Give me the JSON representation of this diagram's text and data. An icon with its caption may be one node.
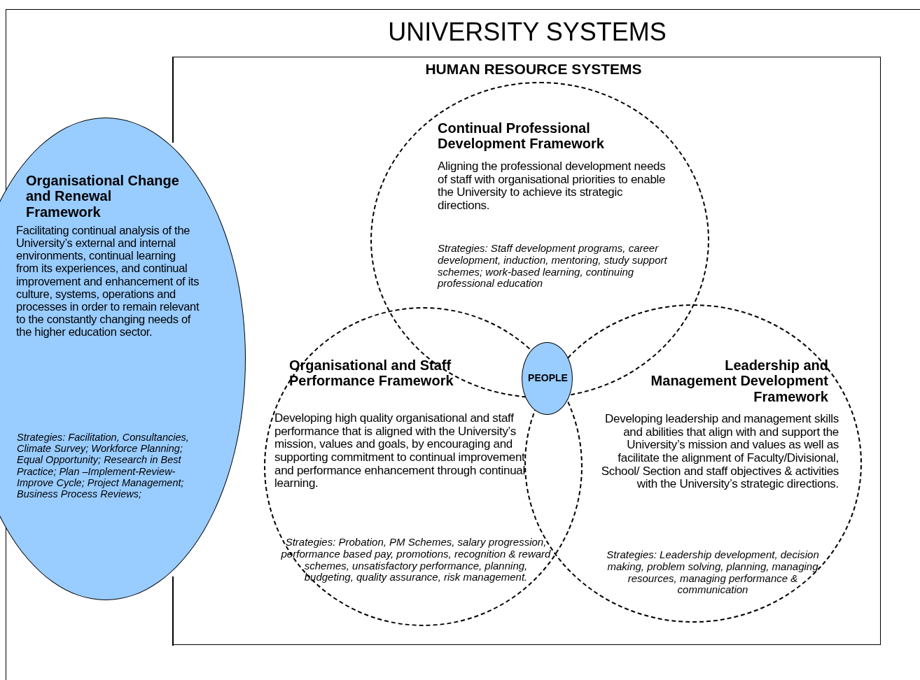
{
  "diagram": {
    "nodes": [
      {
        "text": [
          "UNIVERSITY SYSTEMS"
        ]
      },
      {
        "text": [
          "HUMAN RESOURCE SYSTEMS"
        ],
        "in": 0
      },
      {
        "text": [
          "Continual Professional Development Framework",
          "Aligning the professional development needs of staff with organisational priorities to enable the University to achieve its strategic directions.",
          "Strategies: Staff development programs, career development, induction, mentoring, study support schemes; work-based learning, continuing professional education"
        ],
        "in": 1
      },
      {
        "text": [
          "Organisational Change and Renewal Framework",
          "Facilitating continual analysis of the University’s external and internal environments, continual learning from its experiences, and continual improvement and enhancement of its culture, systems, operations and processes in order to remain relevant to the constantly changing needs of the higher education sector.",
          "Strategies: Facilitation, Consultancies, Climate Survey; Workforce Planning; Equal Opportunity; Research in Best Practice; Plan –Implement-Review-Improve Cycle; Project Management; Business Process Reviews;"
        ],
        "in": 0
      },
      {
        "text": [
          "Organisational and Staff Performance Framework",
          "Developing high quality organisational and staff performance that is aligned with the University’s mission, values and goals, by encouraging and supporting commitment to continual improvement  and performance enhancement through continual learning.",
          "Strategies: Probation, PM Schemes, salary progression, performance based pay, promotions, recognition & reward schemes, unsatisfactory performance, planning, budgeting, quality assurance, risk management."
        ],
        "in": 1
      },
      {
        "text": [
          "PEOPLE"
        ]
      },
      {
        "text": [
          "Leadership and Management Development Framework",
          "Developing leadership and management skills and abilities that align with and support the University’s mission and values as well as facilitate the alignment of Faculty/Divisional, School/ Section and staff objectives & activities with the University’s strategic directions.",
          "Strategies: Leadership development, decision making, problem solving, planning, managing resources, managing performance & communication"
        ],
        "in": 1
      }
    ],
    "edges": []
  }
}
